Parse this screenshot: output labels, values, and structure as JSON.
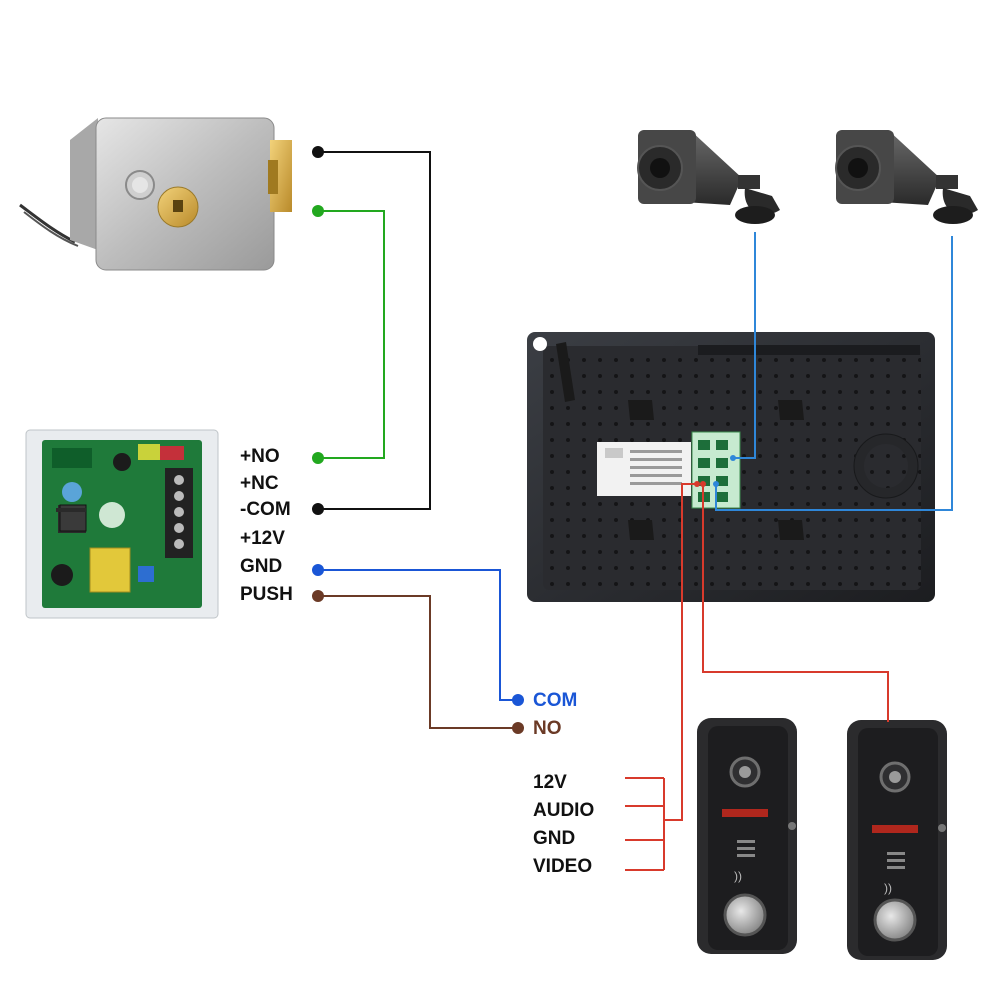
{
  "terminal_labels": [
    "+NO",
    "+NC",
    "-COM",
    "+12V",
    "GND",
    "PUSH"
  ],
  "button_labels": {
    "com": "COM",
    "no": "NO"
  },
  "outdoor_wire_labels": [
    "12V",
    "AUDIO",
    "GND",
    "VIDEO"
  ],
  "wire_colors": {
    "black": "#111111",
    "green": "#22a81f",
    "blue": "#1a56d6",
    "brown": "#6b3a26",
    "red": "#d83a2c",
    "camera_blue": "#2f87d9"
  },
  "devices": [
    "electric-lock",
    "power-supply-board",
    "cctv-camera",
    "cctv-camera",
    "indoor-monitor",
    "outdoor-doorbell-camera",
    "outdoor-doorbell-camera"
  ]
}
